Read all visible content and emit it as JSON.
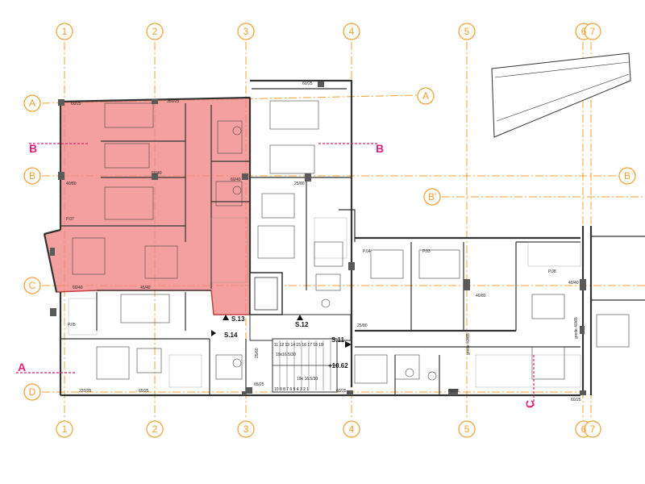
{
  "grid": {
    "columns": [
      "1",
      "2",
      "3",
      "4",
      "5",
      "6",
      "7"
    ],
    "rows": [
      "A",
      "B",
      "B'",
      "C",
      "D"
    ]
  },
  "sections": {
    "b_left": "B",
    "b_right": "B",
    "a_left": "A",
    "c_bottom": "C"
  },
  "stairs": {
    "s13": "S.13",
    "s12": "S.12",
    "s14": "S.14",
    "s11": "S.11",
    "level": "+10.62",
    "steps_top": "11 12 13 14 15 16 17 18 19",
    "steps_bottom": "10 9 8 7 6 5 4 3 2 1",
    "step_dim_top": "19x16.5/30",
    "step_dim_bottom": "19x 16.5/30"
  },
  "dims": {
    "d1": "60/25",
    "d2": "350/25",
    "d3": "60/25",
    "d4": "60/40",
    "d5": "60/40",
    "d6": "40/80",
    "d7": "45/40",
    "d8": "60/40",
    "d9": "25/80",
    "d10": "40/80",
    "d11": "40/40",
    "d12": "25/80",
    "d13": "220/25",
    "d14": "65/25",
    "d15": "65/25",
    "d16": "60/25",
    "d17": "60/25",
    "d18": "60/25",
    "d19": "grede 40/65",
    "d20": "25/60",
    "d21": "grede 40/65"
  },
  "room_tags": {
    "tag_a": "P.07",
    "tag_b": "P.04",
    "tag_c": "P.03",
    "tag_d": "P.08",
    "tag_e": "P.05"
  },
  "highlight_color": "#f08080",
  "accent_color": "#f0a030",
  "section_color": "#e0207a"
}
